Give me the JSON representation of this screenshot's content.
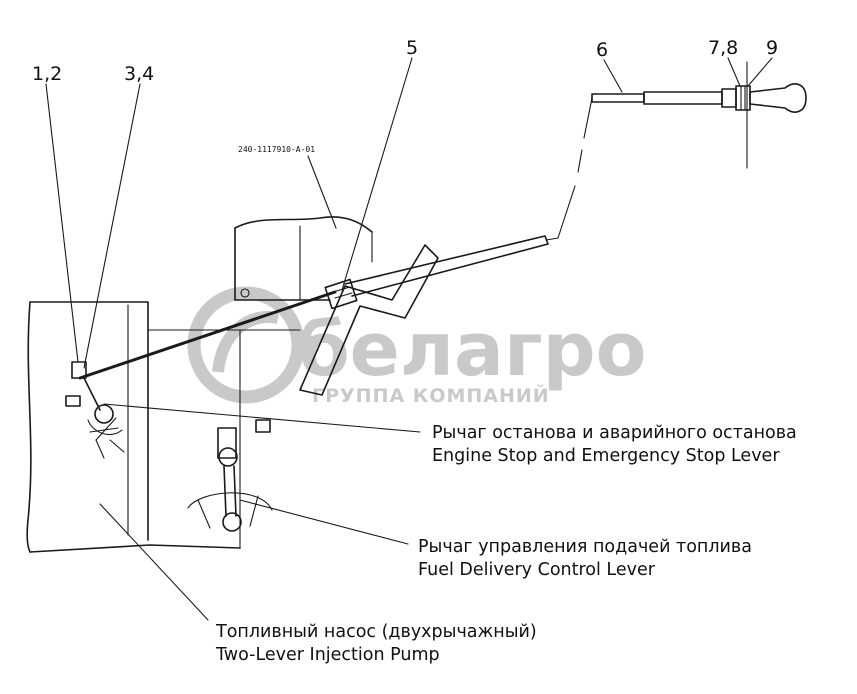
{
  "callouts": {
    "c12": "1,2",
    "c34": "3,4",
    "c5": "5",
    "c6": "6",
    "c78": "7,8",
    "c9": "9"
  },
  "part_code": "240-1117910-A-01",
  "labels": {
    "stop_lever_ru": "Рычаг останова и  аварийного останова",
    "stop_lever_en": "Engine Stop and Emergency Stop Lever",
    "fuel_lever_ru": "Рычаг управления подачей топлива",
    "fuel_lever_en": "Fuel Delivery Control Lever",
    "pump_ru": "Топливный насос  (двухрычажный)",
    "pump_en": "Two-Lever Injection Pump"
  },
  "watermark": {
    "brand": "белагро",
    "tagline": "ГРУППА КОМПАНИЙ"
  },
  "colors": {
    "line": "#1a1a1a",
    "watermark": "#c9c9c9"
  }
}
